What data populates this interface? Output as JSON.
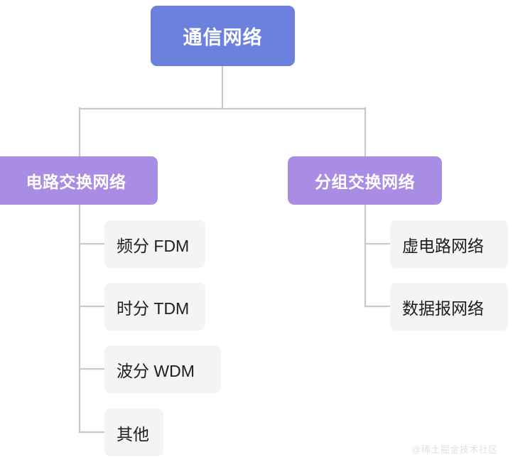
{
  "diagram": {
    "type": "tree",
    "orientation": "top-down",
    "background_color": "#ffffff",
    "edge_color": "#c8c8cc",
    "root_color": "#6c80de",
    "level1_color": "#a98de4",
    "leaf_color": "#f4f4f5",
    "leaf_text_color": "#1d1d1f"
  },
  "root": {
    "label": "通信网络"
  },
  "branches": [
    {
      "label": "电路交换网络",
      "children": [
        {
          "label": "频分 FDM"
        },
        {
          "label": "时分 TDM"
        },
        {
          "label": "波分 WDM"
        },
        {
          "label": "其他"
        }
      ]
    },
    {
      "label": "分组交换网络",
      "children": [
        {
          "label": "虚电路网络"
        },
        {
          "label": "数据报网络"
        }
      ]
    }
  ],
  "watermark": {
    "text": "@稀土掘金技术社区"
  }
}
